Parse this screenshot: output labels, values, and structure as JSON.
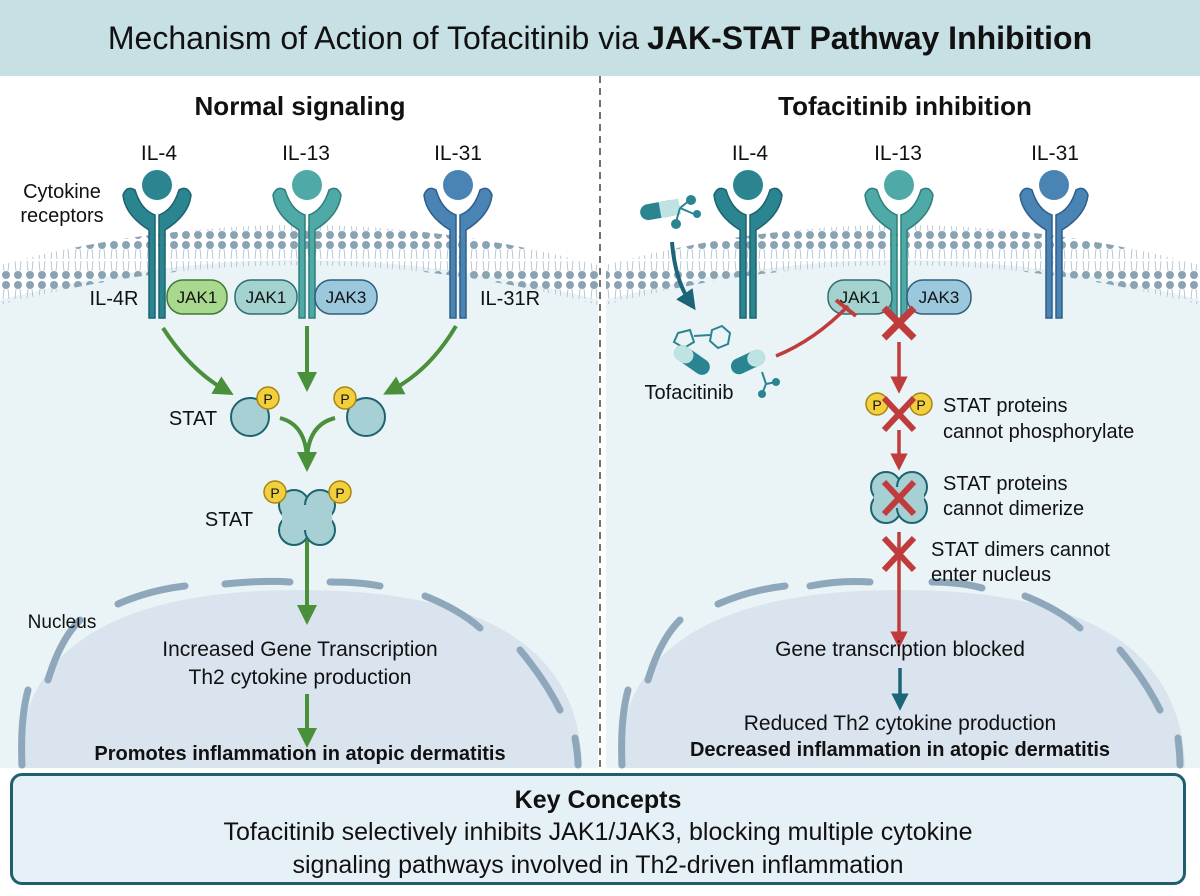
{
  "title": {
    "regular": "Mechanism of Action of Tofacitinib via",
    "bold": "JAK-STAT Pathway Inhibition"
  },
  "colors": {
    "header_bg": "#c6e0e4",
    "il4_receptor": "#2a8591",
    "il13_receptor": "#4fa9a6",
    "il31_receptor": "#4a84b5",
    "normal_arrow": "#4a8f3a",
    "inhibition": "#c03c3c",
    "jak1_green": "#a9d88f",
    "jak1_teal": "#a3d2cf",
    "jak3_blue": "#9cc8dd",
    "phosphate": "#f2cf3c",
    "stat": "#a6d0d4",
    "key_border": "#1f5f6e"
  },
  "left": {
    "heading": "Normal signaling",
    "cytokines": [
      "IL-4",
      "IL-13",
      "IL-31"
    ],
    "receptor_label": "Cytokine\nreceptors",
    "receptor_label_lines": [
      "Cytokine",
      "receptors"
    ],
    "il4r": "IL-4R",
    "il31r": "IL-31R",
    "jaks": [
      "JAK1",
      "JAK1",
      "JAK3"
    ],
    "stat_monomer": "STAT",
    "stat_dimer": "STAT",
    "phosphate": "P",
    "nucleus": "Nucleus",
    "transcription": [
      "Increased Gene Transcription",
      "Th2 cytokine production"
    ],
    "outcome": "Promotes inflammation in atopic dermatitis"
  },
  "right": {
    "heading": "Tofacitinib inhibition",
    "cytokines": [
      "IL-4",
      "IL-13",
      "IL-31"
    ],
    "jaks": [
      "JAK1",
      "JAK3"
    ],
    "drug": "Tofacitinib",
    "phosphate": "P",
    "steps": [
      [
        "STAT proteins",
        "cannot phosphorylate"
      ],
      [
        "STAT proteins",
        "cannot dimerize"
      ],
      [
        "STAT dimers cannot",
        "enter nucleus"
      ]
    ],
    "blocked": "Gene transcription blocked",
    "reduced": "Reduced Th2 cytokine production",
    "outcome": "Decreased inflammation in atopic dermatitis"
  },
  "key_concepts": {
    "title": "Key Concepts",
    "lines": [
      "Tofacitinib selectively inhibits JAK1/JAK3, blocking multiple cytokine",
      "signaling pathways involved in Th2-driven inflammation"
    ]
  }
}
